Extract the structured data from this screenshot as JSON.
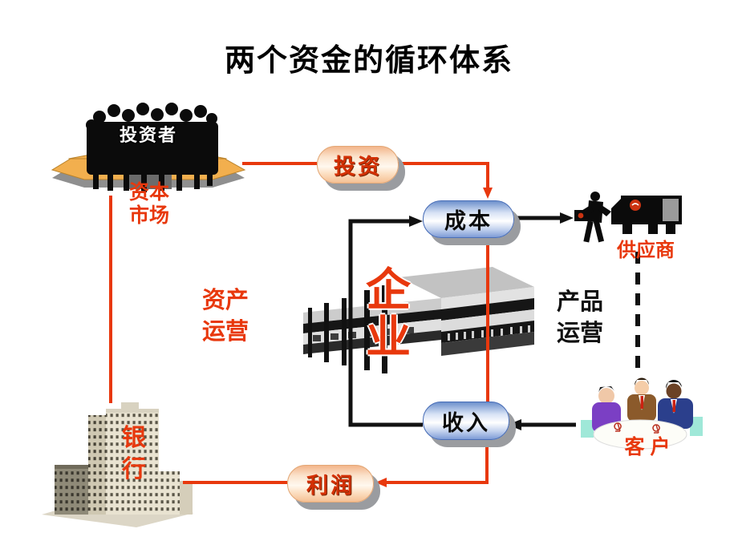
{
  "title": "两个资金的循环体系",
  "investors": {
    "label": "投资者",
    "market_label": "资本\n市场"
  },
  "pills": {
    "investment": "投资",
    "cost": "成本",
    "income": "收入",
    "profit": "利润"
  },
  "operations": {
    "asset": "资产\n运营",
    "product": "产品\n运营"
  },
  "enterprise": {
    "label": "企\n业"
  },
  "supplier": {
    "label": "供应商"
  },
  "customer": {
    "label": "客 户"
  },
  "bank": {
    "label": "银\n行"
  },
  "colors": {
    "accent_red": "#e8380d",
    "line_black": "#111111",
    "pill_peach": "#f3b58a",
    "pill_blue": "#6d90cc",
    "platform_orange": "#f2af4e"
  }
}
